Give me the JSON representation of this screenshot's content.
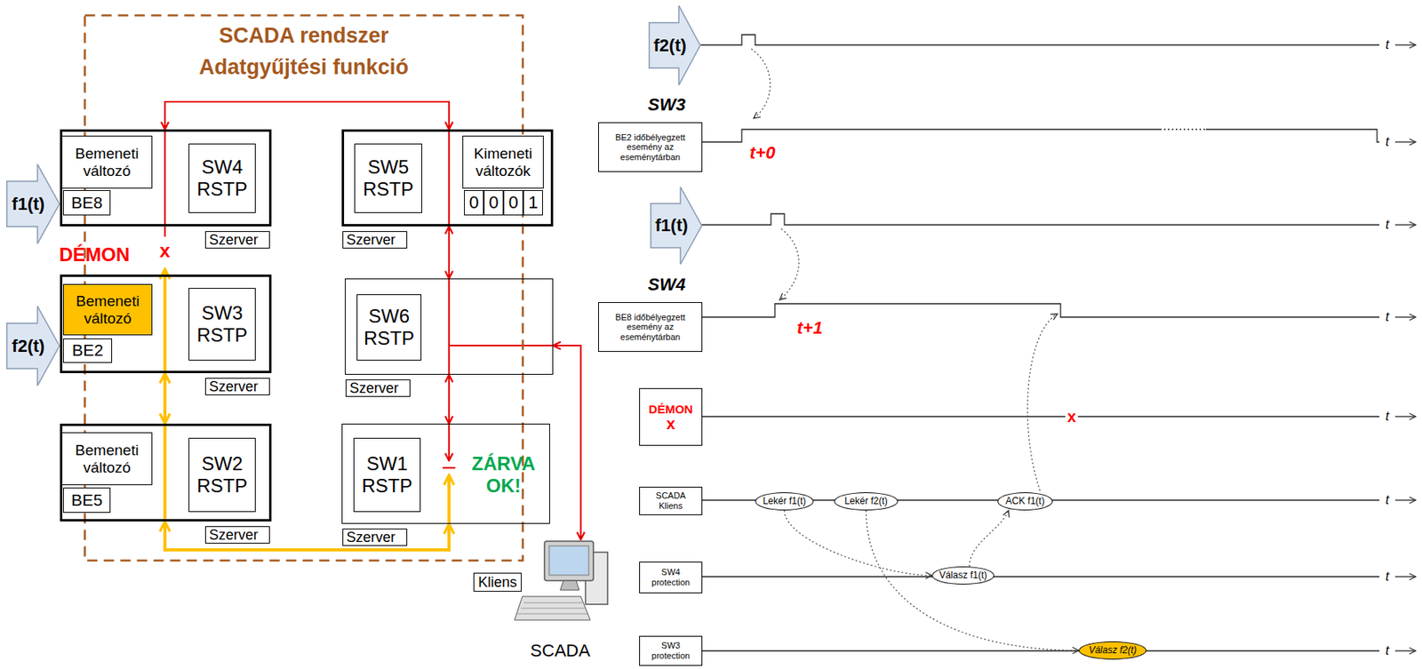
{
  "diagram": {
    "nodes": [
      {
        "text": [
          "SCADA rendszer",
          "Adatgyűjtési funkció"
        ]
      },
      {
        "text": [
          "f1(t)"
        ]
      },
      {
        "text": [
          "Szerver"
        ],
        "in": 0
      },
      {
        "text": [
          "Bemeneti változó"
        ],
        "in": 2
      },
      {
        "text": [
          "BE8"
        ],
        "in": 2
      },
      {
        "text": [
          "SW4 RSTP"
        ],
        "in": 2
      },
      {
        "text": [
          "Szerver"
        ],
        "in": 0
      },
      {
        "text": [
          "SW5 RSTP"
        ],
        "in": 6
      },
      {
        "text": [
          "Kimeneti változók"
        ],
        "in": 6
      },
      {
        "text": [
          "f2(t)"
        ]
      },
      {
        "text": [
          "Szerver"
        ],
        "in": 0
      },
      {
        "text": [
          "Bemeneti változó"
        ],
        "in": 10
      },
      {
        "text": [
          "BE2"
        ],
        "in": 10
      },
      {
        "text": [
          "SW3 RSTP"
        ],
        "in": 10
      },
      {
        "text": [
          "Szerver"
        ],
        "in": 0
      },
      {
        "text": [
          "SW6 RSTP"
        ],
        "in": 14
      },
      {
        "text": [
          "Szerver"
        ],
        "in": 0
      },
      {
        "text": [
          "Bemeneti változó"
        ],
        "in": 16
      },
      {
        "text": [
          "BE5"
        ],
        "in": 16
      },
      {
        "text": [
          "SW2 RSTP"
        ],
        "in": 16
      },
      {
        "text": [
          "Szerver"
        ],
        "in": 0
      },
      {
        "text": [
          "SW1 RSTP"
        ],
        "in": 20
      },
      {
        "text": [
          "Kliens",
          "SCADA"
        ]
      },
      {
        "text": [
          "f2(t)"
        ]
      },
      {
        "text": [
          "SW3",
          "BE2 időbélyegzett esemény az eseménytárban"
        ]
      },
      {
        "text": [
          "f1(t)"
        ]
      },
      {
        "text": [
          "SW4",
          "BE8 időbélyegzett esemény az eseménytárban"
        ]
      },
      {
        "text": [
          "DÉMON",
          "x"
        ]
      },
      {
        "text": [
          "SCADA Kliens"
        ]
      },
      {
        "text": [
          "Lekér f1(t)"
        ]
      },
      {
        "text": [
          "Lekér f2(t)"
        ]
      },
      {
        "text": [
          "ACK f1(t)"
        ]
      },
      {
        "text": [
          "SW4 protection"
        ]
      },
      {
        "text": [
          "Válasz f1(t)"
        ]
      },
      {
        "text": [
          "SW3 protection"
        ]
      },
      {
        "text": [
          "Válasz f2(t)"
        ]
      }
    ],
    "edges": [
      {
        "from": 2,
        "to": 6,
        "arrow": "both"
      },
      {
        "from": 6,
        "to": 14,
        "arrow": "both"
      },
      {
        "from": 14,
        "to": 20,
        "arrow": "both"
      },
      {
        "from": 14,
        "to": 22,
        "arrow": "both"
      },
      {
        "from": 10,
        "to": 16,
        "arrow": "both"
      },
      {
        "from": 16,
        "to": 20,
        "arrow": "both"
      },
      {
        "from": 29,
        "to": 33,
        "arrow": "to"
      },
      {
        "from": 30,
        "to": 35,
        "arrow": "to"
      },
      {
        "from": 33,
        "to": 31,
        "arrow": "to"
      }
    ],
    "labels": [
      "0",
      "0",
      "0",
      "1",
      "DÉMON",
      "x",
      "ZÁRVA OK!",
      "t+0",
      "t+1",
      "x",
      "t",
      "t",
      "t",
      "t",
      "t",
      "t",
      "t",
      "t"
    ]
  }
}
